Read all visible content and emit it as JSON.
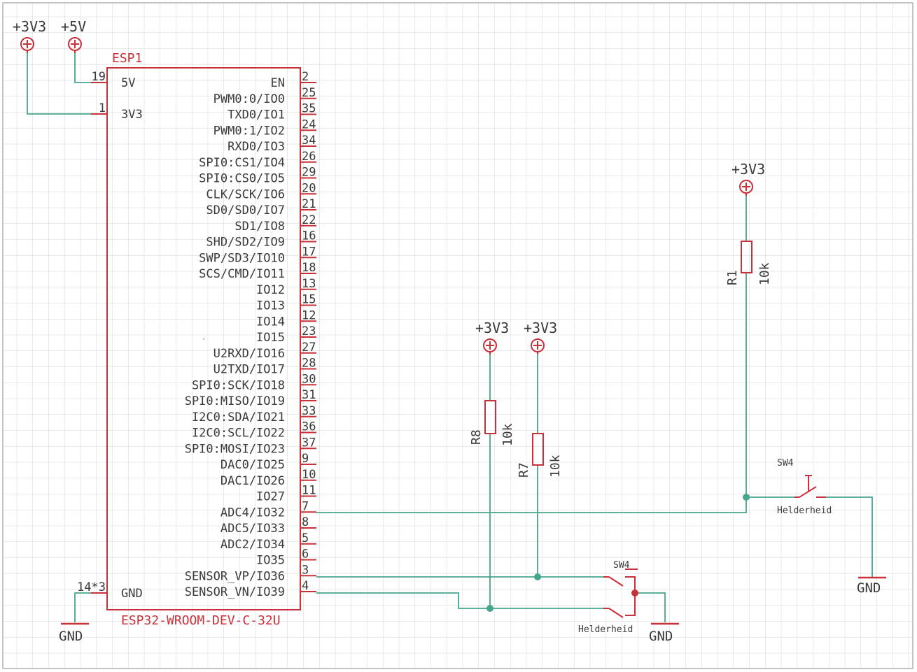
{
  "colors": {
    "background": "#ffffff",
    "grid": "#d6d6d6",
    "component": "#c8303a",
    "wire": "#45a58e",
    "text": "#3a3a3a",
    "frame": "#b0b0b0"
  },
  "power_labels": {
    "p3v3_a": "+3V3",
    "p5v": "+5V",
    "p3v3_r1": "+3V3",
    "p3v3_r8": "+3V3",
    "p3v3_r7": "+3V3"
  },
  "gnd_labels": {
    "esp": "GND",
    "sw_bottom": "GND",
    "sw_right": "GND"
  },
  "esp": {
    "ref": "ESP1",
    "value": "ESP32-WROOM-DEV-C-32U",
    "left_pins": [
      {
        "num": "19",
        "name": "5V"
      },
      {
        "num": "1",
        "name": "3V3"
      },
      {
        "num": "14*3",
        "name": "GND"
      }
    ],
    "right_pins": [
      {
        "num": "2",
        "name": "EN"
      },
      {
        "num": "25",
        "name": "PWM0:0/IO0"
      },
      {
        "num": "35",
        "name": "TXD0/IO1"
      },
      {
        "num": "24",
        "name": "PWM0:1/IO2"
      },
      {
        "num": "34",
        "name": "RXD0/IO3"
      },
      {
        "num": "26",
        "name": "SPI0:CS1/IO4"
      },
      {
        "num": "29",
        "name": "SPI0:CS0/IO5"
      },
      {
        "num": "20",
        "name": "CLK/SCK/IO6"
      },
      {
        "num": "21",
        "name": "SD0/SD0/IO7"
      },
      {
        "num": "22",
        "name": "SD1/IO8"
      },
      {
        "num": "16",
        "name": "SHD/SD2/IO9"
      },
      {
        "num": "17",
        "name": "SWP/SD3/IO10"
      },
      {
        "num": "18",
        "name": "SCS/CMD/IO11"
      },
      {
        "num": "13",
        "name": "IO12"
      },
      {
        "num": "15",
        "name": "IO13"
      },
      {
        "num": "12",
        "name": "IO14"
      },
      {
        "num": "23",
        "name": "IO15"
      },
      {
        "num": "27",
        "name": "U2RXD/IO16"
      },
      {
        "num": "28",
        "name": "U2TXD/IO17"
      },
      {
        "num": "30",
        "name": "SPI0:SCK/IO18"
      },
      {
        "num": "31",
        "name": "SPI0:MISO/IO19"
      },
      {
        "num": "33",
        "name": "I2C0:SDA/IO21"
      },
      {
        "num": "36",
        "name": "I2C0:SCL/IO22"
      },
      {
        "num": "37",
        "name": "SPI0:MOSI/IO23"
      },
      {
        "num": "9",
        "name": "DAC0/IO25"
      },
      {
        "num": "10",
        "name": "DAC1/IO26"
      },
      {
        "num": "11",
        "name": "IO27"
      },
      {
        "num": "7",
        "name": "ADC4/IO32"
      },
      {
        "num": "8",
        "name": "ADC5/IO33"
      },
      {
        "num": "5",
        "name": "ADC2/IO34"
      },
      {
        "num": "6",
        "name": "IO35"
      },
      {
        "num": "3",
        "name": "SENSOR_VP/IO36"
      },
      {
        "num": "4",
        "name": "SENSOR_VN/IO39"
      }
    ]
  },
  "resistors": {
    "r1": {
      "ref": "R1",
      "value": "10k"
    },
    "r8": {
      "ref": "R8",
      "value": "10k"
    },
    "r7": {
      "ref": "R7",
      "value": "10k"
    }
  },
  "switches": {
    "sw_right": {
      "ref": "SW4",
      "value": "Helderheid"
    },
    "sw_bottom": {
      "ref": "SW4",
      "value": "Helderheid"
    }
  }
}
